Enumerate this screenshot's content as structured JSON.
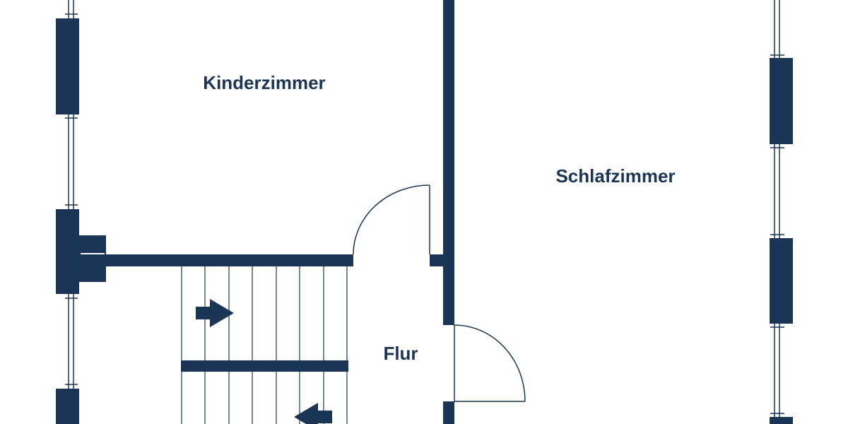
{
  "floorplan": {
    "rooms": [
      {
        "id": "kinderzimmer",
        "label": "Kinderzimmer"
      },
      {
        "id": "schlafzimmer",
        "label": "Schlafzimmer"
      },
      {
        "id": "flur",
        "label": "Flur"
      }
    ],
    "stair_arrows": [
      {
        "direction": "right"
      },
      {
        "direction": "left"
      }
    ]
  },
  "colors": {
    "wall": "#1b3556",
    "background": "#ffffff"
  }
}
